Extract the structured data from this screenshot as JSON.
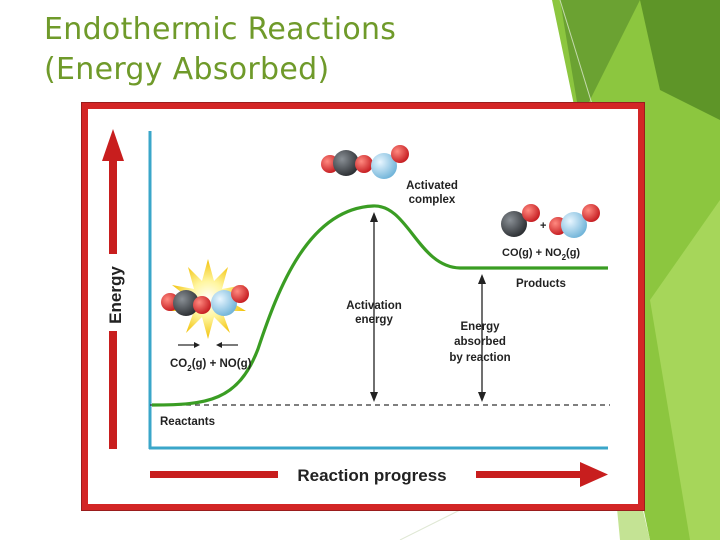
{
  "slide": {
    "title_line1": "Endothermic Reactions",
    "title_line2": "(Energy Absorbed)"
  },
  "diagram": {
    "y_axis_label": "Energy",
    "x_axis_label": "Reaction progress",
    "activated_complex_line1": "Activated",
    "activated_complex_line2": "complex",
    "activation_energy_line1": "Activation",
    "activation_energy_line2": "energy",
    "energy_absorbed_line1": "Energy",
    "energy_absorbed_line2": "absorbed",
    "energy_absorbed_line3": "by reaction",
    "reactants_label": "Reactants",
    "reactants_formula_a": "CO",
    "reactants_formula_a_sub": "2",
    "reactants_formula_b": "(g) + NO(g)",
    "products_formula_a": "CO(g) + NO",
    "products_formula_a_sub": "2",
    "products_formula_b": "(g)",
    "products_label": "Products",
    "plus_sign": "+"
  },
  "colors": {
    "title_green": "#6f9a2a",
    "frame_red": "#d32626",
    "curve_green": "#3a9d23",
    "axis_blue": "#3aa6c9",
    "carbon_gray": "#3b3f44",
    "oxygen_red": "#d8242a",
    "nitrogen_blue": "#8fc8e6"
  }
}
